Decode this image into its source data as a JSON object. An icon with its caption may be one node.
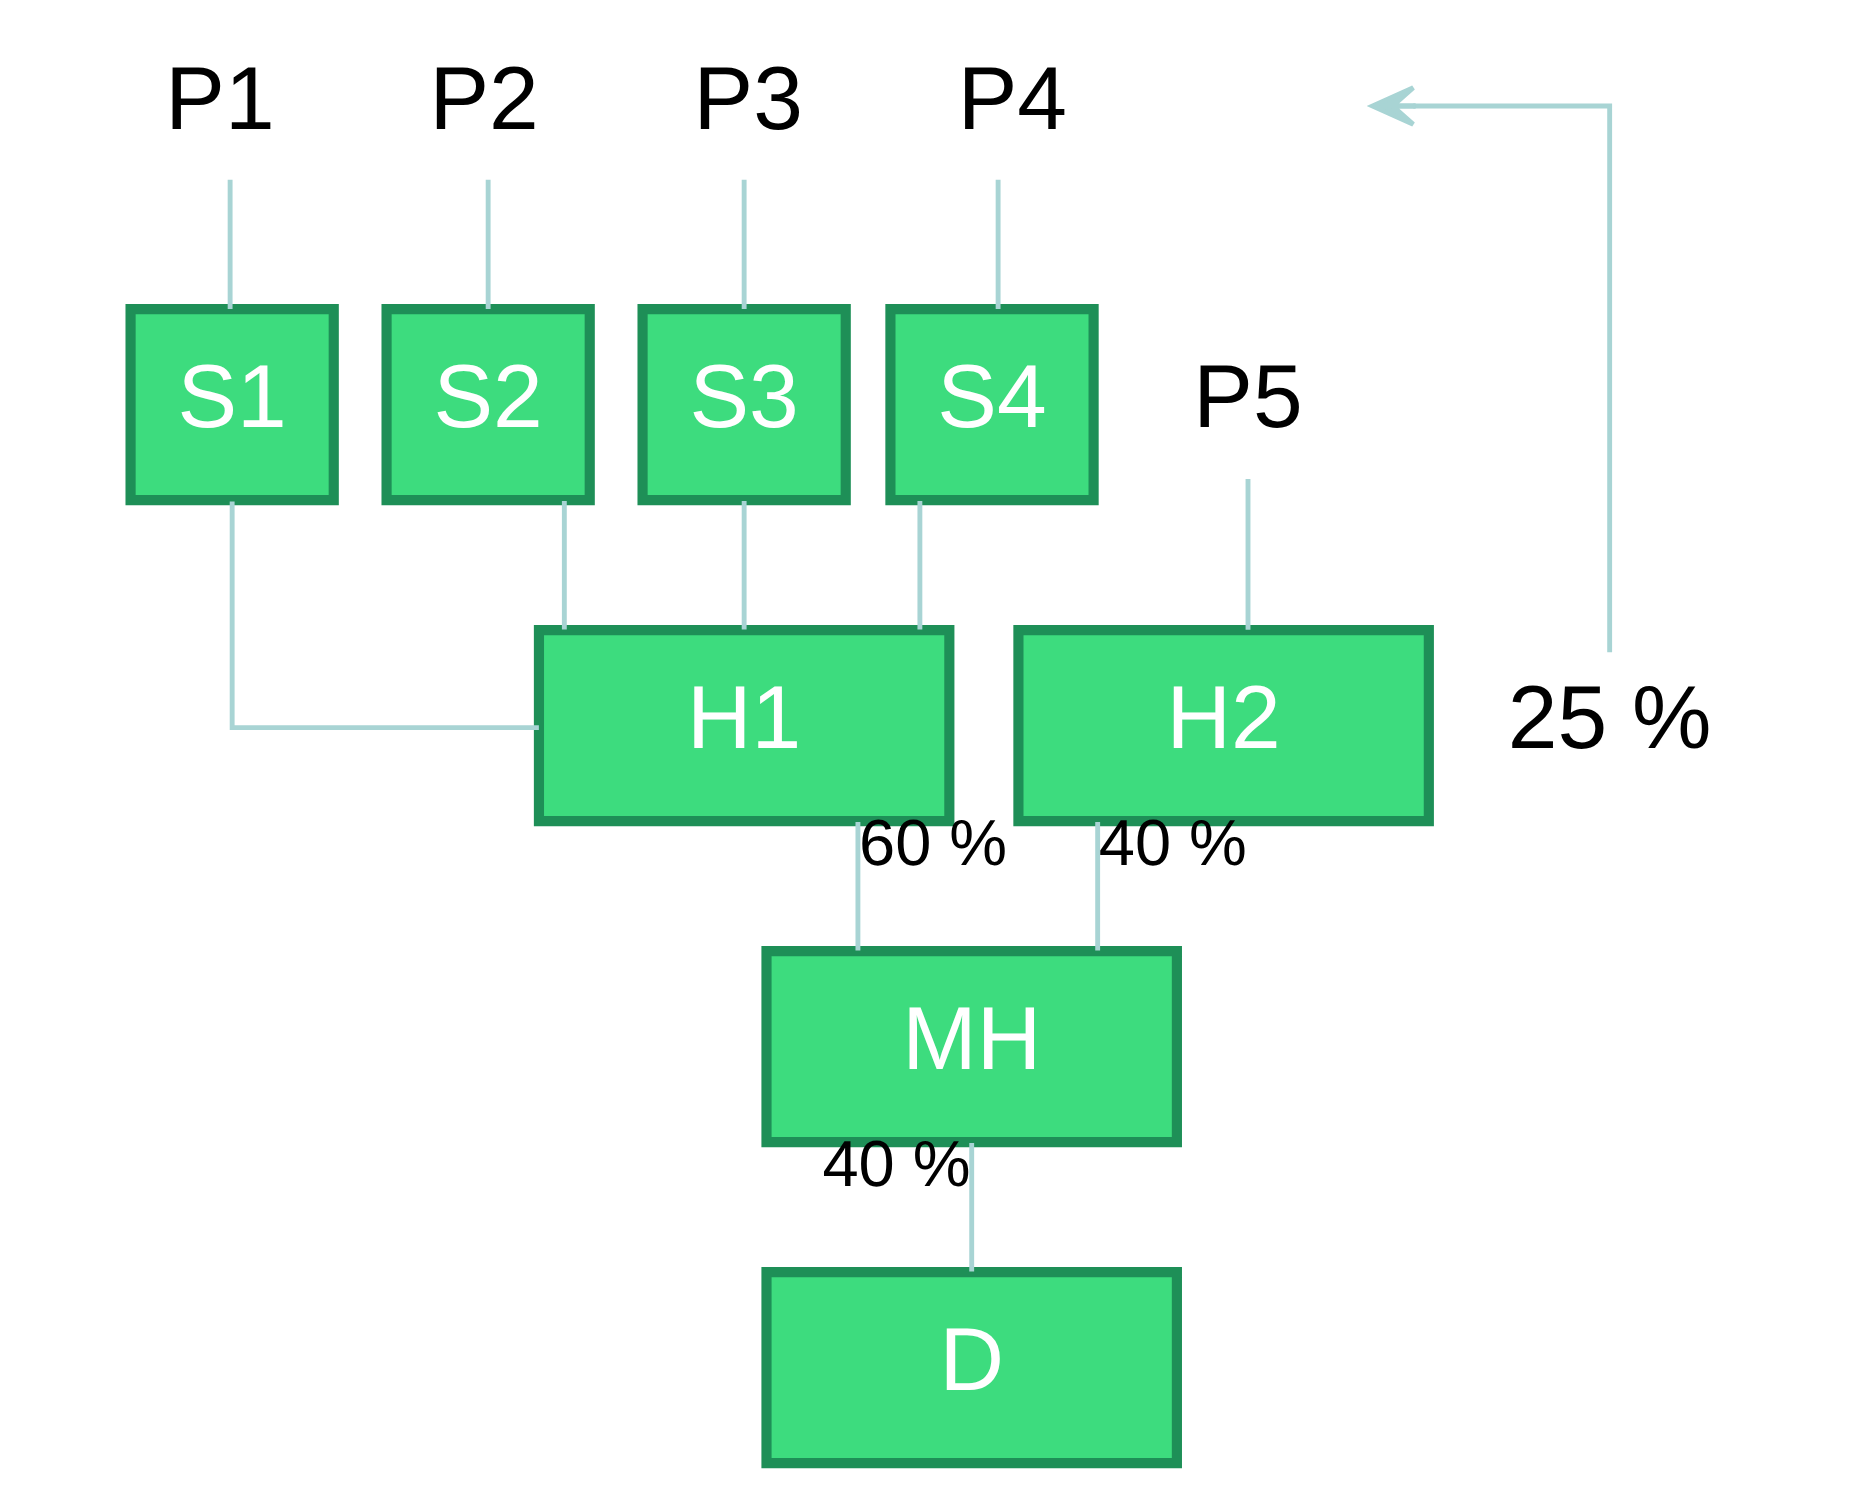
{
  "diagram": {
    "nodes": [
      {
        "text": [
          "P1"
        ]
      },
      {
        "text": [
          "P2"
        ]
      },
      {
        "text": [
          "P3"
        ]
      },
      {
        "text": [
          "P4"
        ]
      },
      {
        "text": [
          "S1"
        ]
      },
      {
        "text": [
          "S2"
        ]
      },
      {
        "text": [
          "S3"
        ]
      },
      {
        "text": [
          "S4"
        ]
      },
      {
        "text": [
          "P5"
        ]
      },
      {
        "text": [
          "25 %"
        ]
      },
      {
        "text": [
          "H1"
        ]
      },
      {
        "text": [
          "H2"
        ]
      },
      {
        "text": [
          "MH"
        ]
      },
      {
        "text": [
          "D"
        ]
      }
    ],
    "edges": [
      {
        "from": 0,
        "to": 4,
        "arrow": "none"
      },
      {
        "from": 1,
        "to": 5,
        "arrow": "none"
      },
      {
        "from": 2,
        "to": 6,
        "arrow": "none"
      },
      {
        "from": 3,
        "to": 7,
        "arrow": "none"
      },
      {
        "from": 4,
        "to": 10,
        "arrow": "none"
      },
      {
        "from": 5,
        "to": 10,
        "arrow": "none"
      },
      {
        "from": 6,
        "to": 10,
        "arrow": "none"
      },
      {
        "from": 7,
        "to": 10,
        "arrow": "none"
      },
      {
        "from": 9,
        "to": null,
        "arrow": "to"
      },
      {
        "from": 8,
        "to": 11,
        "arrow": "none"
      },
      {
        "from": 10,
        "to": 12,
        "arrow": "none",
        "label": "60 %"
      },
      {
        "from": 11,
        "to": 12,
        "arrow": "none",
        "label": "40 %"
      },
      {
        "from": 12,
        "to": 13,
        "arrow": "none",
        "label": "40 %"
      }
    ]
  }
}
